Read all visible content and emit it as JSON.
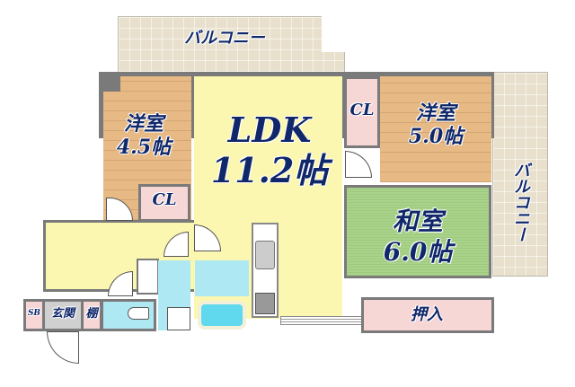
{
  "floor_plan": {
    "rooms": {
      "balcony_top": {
        "label": "バルコニー"
      },
      "balcony_right": {
        "label": "バルコニー"
      },
      "western_room_left": {
        "name": "洋室",
        "size": "4.5帖"
      },
      "ldk": {
        "name": "LDK",
        "size": "11.2帖"
      },
      "western_room_right": {
        "name": "洋室",
        "size": "5.0帖"
      },
      "japanese_room": {
        "name": "和室",
        "size": "6.0帖"
      },
      "closet_left": {
        "label": "CL"
      },
      "closet_right": {
        "label": "CL"
      },
      "oshiire": {
        "label": "押入"
      },
      "shoe_box": {
        "label": "SB"
      },
      "entrance": {
        "label": "玄関"
      },
      "shelf": {
        "label": "棚"
      }
    },
    "colors": {
      "text": "#10286a",
      "wall": "#7a7a7a",
      "ldk": "#fbf7b0",
      "wood": "#e6b985",
      "tatami": "#a9d38a",
      "closet": "#f7d6d6",
      "wet_area": "#aee9f3",
      "balcony": "#e8e0cc"
    }
  }
}
